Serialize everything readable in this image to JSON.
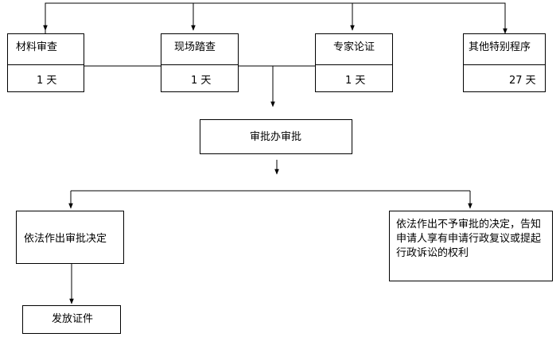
{
  "stages": [
    {
      "name": "材料审查",
      "duration": "1 天"
    },
    {
      "name": "现场踏查",
      "duration": "1 天"
    },
    {
      "name": "专家论证",
      "duration": "1 天"
    },
    {
      "name": "其他特别程序",
      "duration": "27 天"
    }
  ],
  "approval_office": "审批办审批",
  "approve_decision": "依法作出审批决定",
  "issue_certificate": "发放证件",
  "reject_decision": "依法作出不予审批的决定，告知申请人享有申请行政复议或提起行政诉讼的权利"
}
